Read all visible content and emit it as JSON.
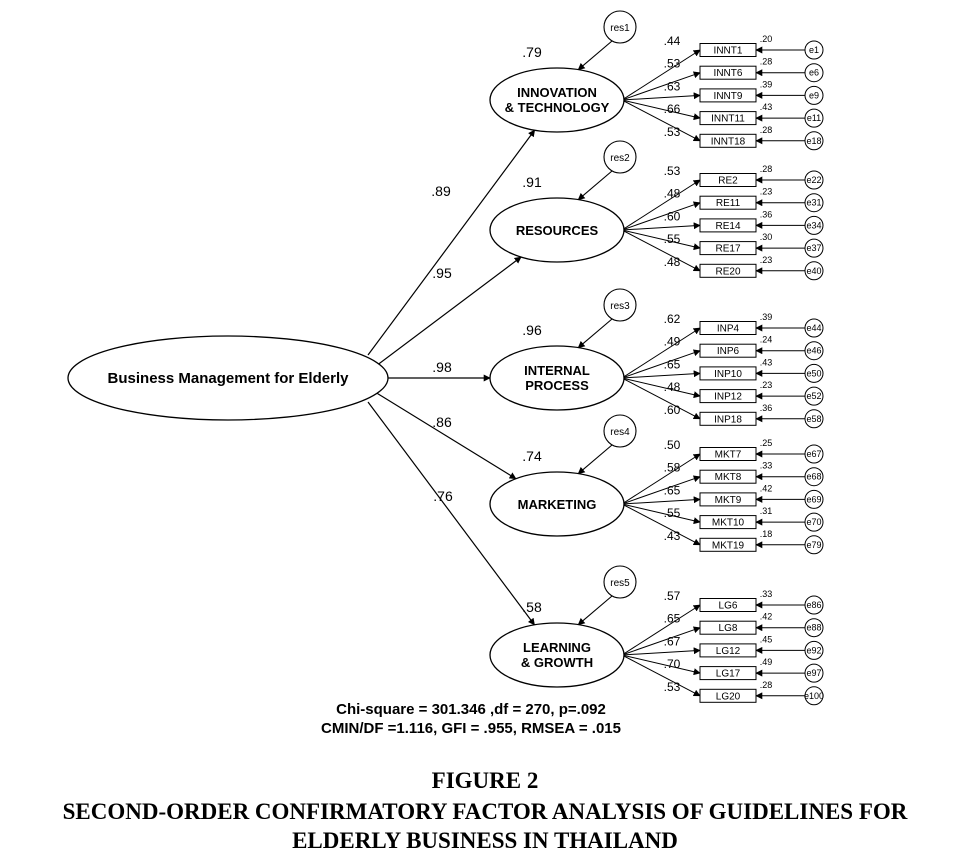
{
  "figure": {
    "number": "FIGURE 2",
    "title_line1": "SECOND-ORDER CONFIRMATORY FACTOR ANALYSIS OF GUIDELINES FOR",
    "title_line2": "ELDERLY BUSINESS IN THAILAND"
  },
  "root": {
    "label": "Business Management for Elderly"
  },
  "fit": {
    "line1": "Chi-square = 301.346 ,df = 270, p=.092",
    "line2": "CMIN/DF =1.116, GFI = .955, RMSEA = .015"
  },
  "factors": [
    {
      "lines": [
        "INNOVATION",
        "& TECHNOLOGY"
      ],
      "path": ".89",
      "r2": ".79",
      "res": "res1",
      "indicators": [
        {
          "name": "INNT1",
          "loading": ".44",
          "r2": ".20",
          "error": "e1"
        },
        {
          "name": "INNT6",
          "loading": ".53",
          "r2": ".28",
          "error": "e6"
        },
        {
          "name": "INNT9",
          "loading": ".63",
          "r2": ".39",
          "error": "e9"
        },
        {
          "name": "INNT11",
          "loading": ".66",
          "r2": ".43",
          "error": "e11"
        },
        {
          "name": "INNT18",
          "loading": ".53",
          "r2": ".28",
          "error": "e18"
        }
      ]
    },
    {
      "lines": [
        "RESOURCES"
      ],
      "path": ".95",
      "r2": ".91",
      "res": "res2",
      "indicators": [
        {
          "name": "RE2",
          "loading": ".53",
          "r2": ".28",
          "error": "e22"
        },
        {
          "name": "RE11",
          "loading": ".48",
          "r2": ".23",
          "error": "e31"
        },
        {
          "name": "RE14",
          "loading": ".60",
          "r2": ".36",
          "error": "e34"
        },
        {
          "name": "RE17",
          "loading": ".55",
          "r2": ".30",
          "error": "e37"
        },
        {
          "name": "RE20",
          "loading": ".48",
          "r2": ".23",
          "error": "e40"
        }
      ]
    },
    {
      "lines": [
        "INTERNAL",
        "PROCESS"
      ],
      "path": ".98",
      "r2": ".96",
      "res": "res3",
      "indicators": [
        {
          "name": "INP4",
          "loading": ".62",
          "r2": ".39",
          "error": "e44"
        },
        {
          "name": "INP6",
          "loading": ".49",
          "r2": ".24",
          "error": "e46"
        },
        {
          "name": "INP10",
          "loading": ".65",
          "r2": ".43",
          "error": "e50"
        },
        {
          "name": "INP12",
          "loading": ".48",
          "r2": ".23",
          "error": "e52"
        },
        {
          "name": "INP18",
          "loading": ".60",
          "r2": ".36",
          "error": "e58"
        }
      ]
    },
    {
      "lines": [
        "MARKETING"
      ],
      "path": ".86",
      "r2": ".74",
      "res": "res4",
      "indicators": [
        {
          "name": "MKT7",
          "loading": ".50",
          "r2": ".25",
          "error": "e67"
        },
        {
          "name": "MKT8",
          "loading": ".58",
          "r2": ".33",
          "error": "e68"
        },
        {
          "name": "MKT9",
          "loading": ".65",
          "r2": ".42",
          "error": "e69"
        },
        {
          "name": "MKT10",
          "loading": ".55",
          "r2": ".31",
          "error": "e70"
        },
        {
          "name": "MKT19",
          "loading": ".43",
          "r2": ".18",
          "error": "e79"
        }
      ]
    },
    {
      "lines": [
        "LEARNING",
        "& GROWTH"
      ],
      "path": ".76",
      "r2": ".58",
      "res": "res5",
      "indicators": [
        {
          "name": "LG6",
          "loading": ".57",
          "r2": ".33",
          "error": "e86"
        },
        {
          "name": "LG8",
          "loading": ".65",
          "r2": ".42",
          "error": "e88"
        },
        {
          "name": "LG12",
          "loading": ".67",
          "r2": ".45",
          "error": "e92"
        },
        {
          "name": "LG17",
          "loading": ".70",
          "r2": ".49",
          "error": "e97"
        },
        {
          "name": "LG20",
          "loading": ".53",
          "r2": ".28",
          "error": "e100"
        }
      ]
    }
  ]
}
